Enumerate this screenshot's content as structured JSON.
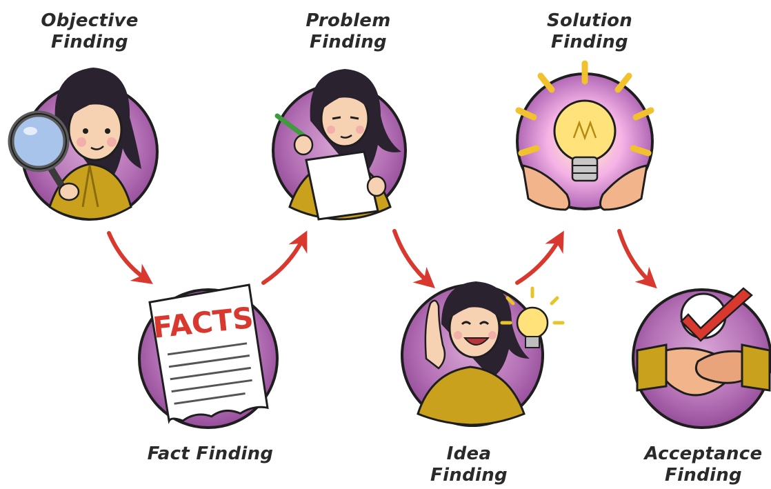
{
  "steps": [
    {
      "id": "objective",
      "line1": "Objective",
      "line2": "Finding",
      "icon": "magnifying-glass-icon"
    },
    {
      "id": "fact",
      "line1": "Fact Finding",
      "line2": "",
      "icon": "facts-document-icon",
      "doc_text": "FACTS"
    },
    {
      "id": "problem",
      "line1": "Problem",
      "line2": "Finding",
      "icon": "writing-paper-icon"
    },
    {
      "id": "idea",
      "line1": "Idea",
      "line2": "Finding",
      "icon": "lightbulb-idea-icon"
    },
    {
      "id": "solution",
      "line1": "Solution",
      "line2": "Finding",
      "icon": "lightbulb-hands-icon"
    },
    {
      "id": "acceptance",
      "line1": "Acceptance",
      "line2": "Finding",
      "icon": "handshake-checkmark-icon"
    }
  ],
  "colors": {
    "circle_purple": "#a45aa8",
    "circle_light": "#cf96cf",
    "arrow_red": "#d8382e",
    "jacket_mustard": "#c9a11c",
    "skin": "#f6d2b2",
    "hair": "#2b2230",
    "bulb_yellow": "#ffe27a"
  }
}
